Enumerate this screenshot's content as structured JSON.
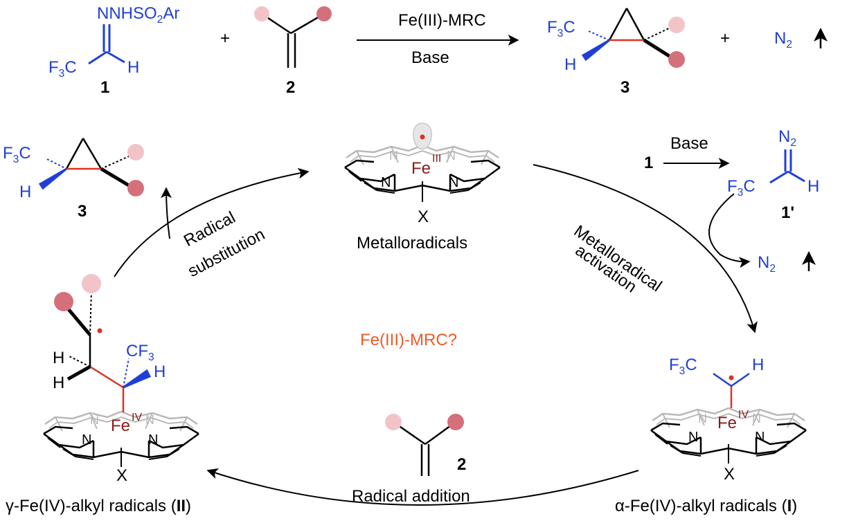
{
  "reaction": {
    "reagent1_formula": "NNHSO2Ar",
    "reagent1_cf3": "F3C",
    "reagent1_h": "H",
    "reagent1_number": "1",
    "plus1": "+",
    "reagent2_number": "2",
    "condition_catalyst": "Fe(III)-MRC",
    "condition_base": "Base",
    "product_cf3": "F3C",
    "product_h": "H",
    "product_number": "3",
    "plus2": "+",
    "n2": "N2"
  },
  "cycle": {
    "metalloradical_label": "Metalloradicals",
    "metalloradical_fe": "Fe",
    "metalloradical_ox": "III",
    "metalloradical_x": "X",
    "base_label": "Base",
    "base_reactant": "1",
    "diazo_n2": "N2",
    "diazo_cf3": "F3C",
    "diazo_h": "H",
    "diazo_number": "1'",
    "activation_line1": "Metalloradical",
    "activation_line2": "activation",
    "n2_release": "N2",
    "alpha_cf3": "F3C",
    "alpha_h": "H",
    "alpha_fe": "Fe",
    "alpha_ox": "IV",
    "alpha_x": "X",
    "alpha_label": "α-Fe(IV)-alkyl radicals (I)",
    "center_label": "Fe(III)-MRC?",
    "alkene_number": "2",
    "addition_label": "Radical addition",
    "gamma_cf3": "CF3",
    "gamma_h1": "H",
    "gamma_h2": "H",
    "gamma_h3": "H",
    "gamma_fe": "Fe",
    "gamma_ox": "IV",
    "gamma_x": "X",
    "gamma_label": "γ-Fe(IV)-alkyl radicals (II)",
    "substitution_line1": "Radical",
    "substitution_line2": "substitution",
    "left_product_cf3": "F3C",
    "left_product_h": "H",
    "left_product_number": "3",
    "porphyrin_n": "N"
  },
  "colors": {
    "blue": "#1f3fd6",
    "red_bond": "#e03020",
    "dark_red": "#8b1a1a",
    "orange": "#ee5a24",
    "pink_light": "#f2c4c8",
    "pink_dark": "#d4707a",
    "gray": "#b8b8b8"
  }
}
